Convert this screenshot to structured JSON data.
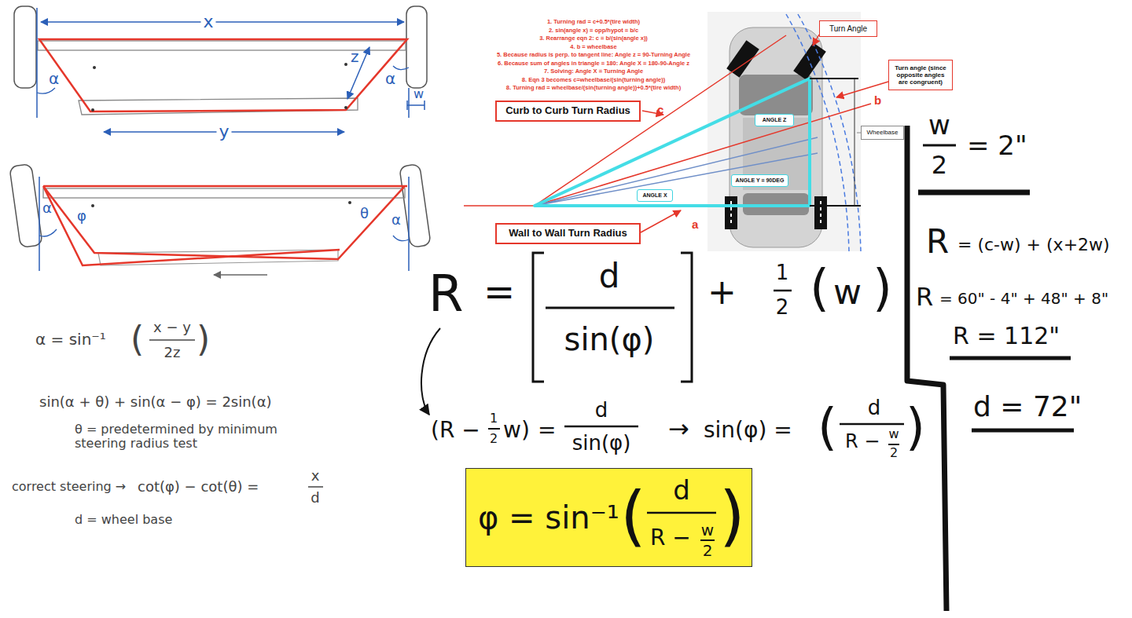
{
  "diagram": {
    "nodes": [
      {
        "text": [
          "Turn Angle"
        ]
      },
      {
        "text": [
          "Turn angle (since opposite angles are congruent)"
        ]
      },
      {
        "text": [
          "Curb to Curb Turn Radius"
        ]
      },
      {
        "text": [
          "Wall to Wall Turn Radius"
        ]
      },
      {
        "text": [
          "Wheelbase"
        ]
      },
      {
        "text": [
          "ANGLE Z"
        ]
      },
      {
        "text": [
          "ANGLE Y = 90DEG"
        ]
      },
      {
        "text": [
          "ANGLE X"
        ]
      },
      {
        "text": [
          "φ = sin⁻¹",
          "(",
          "d",
          "R −",
          "w",
          "2",
          ")"
        ]
      }
    ],
    "labels": [
      "x",
      "α",
      "α",
      "z",
      "w",
      "y",
      "α",
      "φ",
      "θ",
      "α",
      "α = sin⁻¹",
      "(",
      "x − y",
      "2z",
      ")",
      "sin(α + θ) + sin(α − φ) = 2sin(α)",
      "θ = predetermined by minimum steering radius test",
      "correct steering →",
      "cot(φ) − cot(θ) =",
      "x",
      "d",
      "d = wheel base",
      "1. Turning rad = c+0.5*(tire width)",
      "2. sin(angle x) = opp/hypot = b/c",
      "3. Rearrange eqn 2: c = b/(sin(angle x))",
      "4. b = wheelbase",
      "5. Because radius is perp. to tangent line: Angle z = 90-Turning Angle",
      "6. Because sum of angles in triangle = 180: Angle X = 180-90-Angle z",
      "7. Solving: Angle X = Turning Angle",
      "8. Eqn 3 becomes c=wheelbase/(sin(turning angle))",
      "8. Turning rad = wheelbase/(sin(turning angle))+0.5*(tire width)",
      "c",
      "b",
      "a",
      "R",
      "=",
      "d",
      "sin(φ)",
      "+",
      "1",
      "2",
      "(",
      "w",
      ")",
      "(R −",
      "1",
      "2",
      "w)",
      "=",
      "d",
      "sin(φ)",
      "→",
      "sin(φ) =",
      "(",
      "d",
      "R −",
      "w",
      "2",
      ")",
      "w",
      "2",
      "= 2\"",
      "R",
      "= (c-w) + (x+2w)",
      "R",
      "= 60\" - 4\" + 48\" + 8\"",
      "R = 112\"",
      "d = 72\""
    ]
  }
}
